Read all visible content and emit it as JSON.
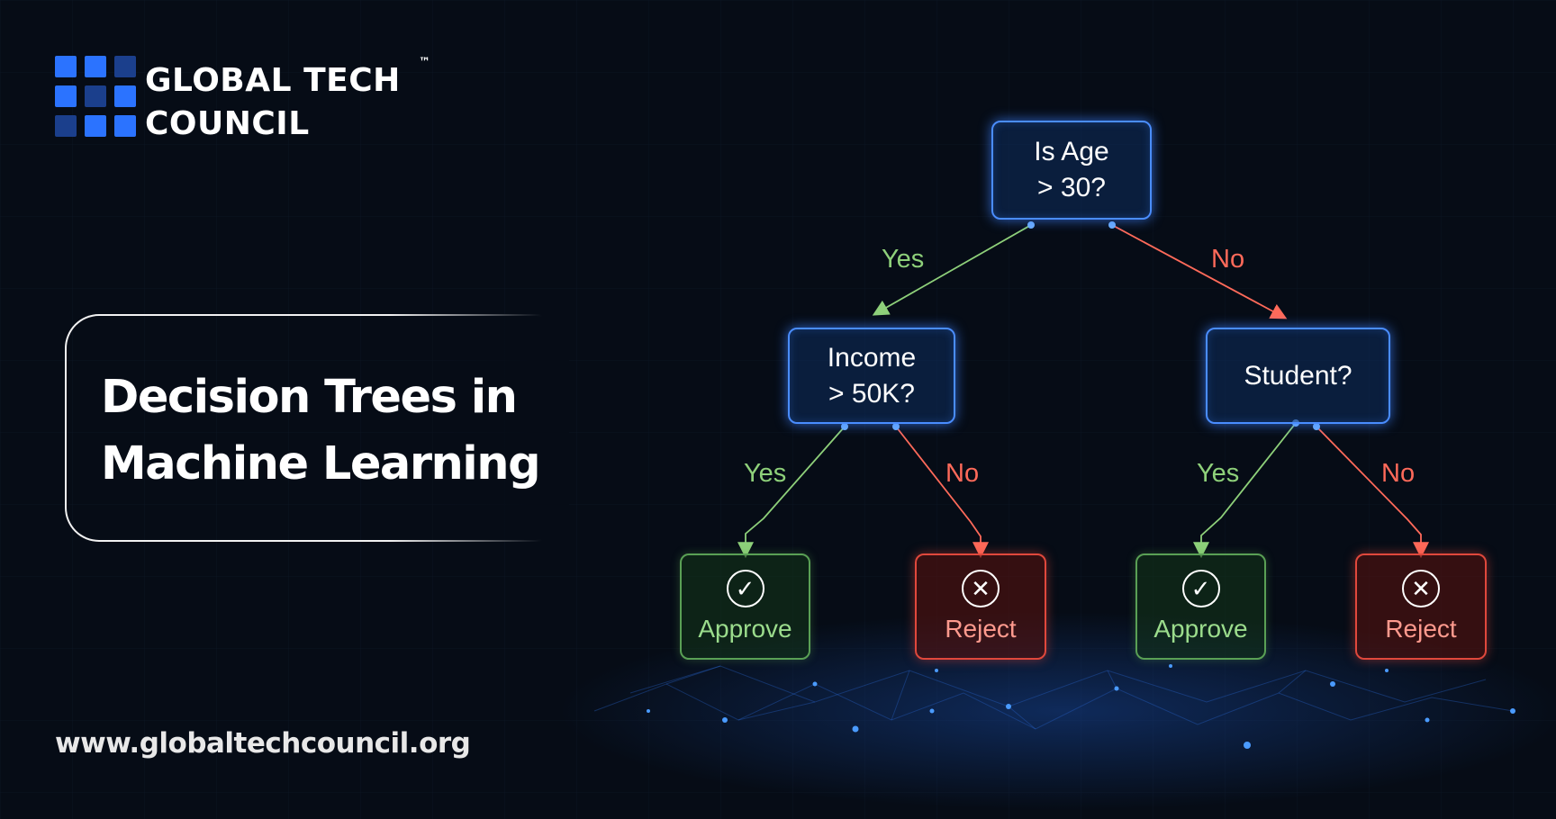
{
  "brand": {
    "logo_line1": "GLOBAL TECH",
    "logo_line2": "COUNCIL",
    "trademark": "™"
  },
  "title": {
    "line1": "Decision Trees in",
    "line2": "Machine Learning"
  },
  "website": "www.globaltechcouncil.org",
  "tree": {
    "root": {
      "line1": "Is Age",
      "line2": "> 30?"
    },
    "left_node": {
      "line1": "Income",
      "line2": "> 50K?"
    },
    "right_node": {
      "line1": "Student?"
    },
    "branch_labels": {
      "root_yes": "Yes",
      "root_no": "No",
      "left_yes": "Yes",
      "left_no": "No",
      "right_yes": "Yes",
      "right_no": "No"
    },
    "leaves": [
      {
        "label": "Approve",
        "icon": "check-circle-icon"
      },
      {
        "label": "Reject",
        "icon": "x-circle-icon"
      },
      {
        "label": "Approve",
        "icon": "check-circle-icon"
      },
      {
        "label": "Reject",
        "icon": "x-circle-icon"
      }
    ]
  },
  "colors": {
    "background": "#060c16",
    "node_blue": "#4a8dff",
    "yes_green": "#8ed07a",
    "no_red": "#ff6a5a",
    "approve_border": "#5aa055",
    "reject_border": "#e0483c",
    "logo_blue": "#2b73ff"
  }
}
